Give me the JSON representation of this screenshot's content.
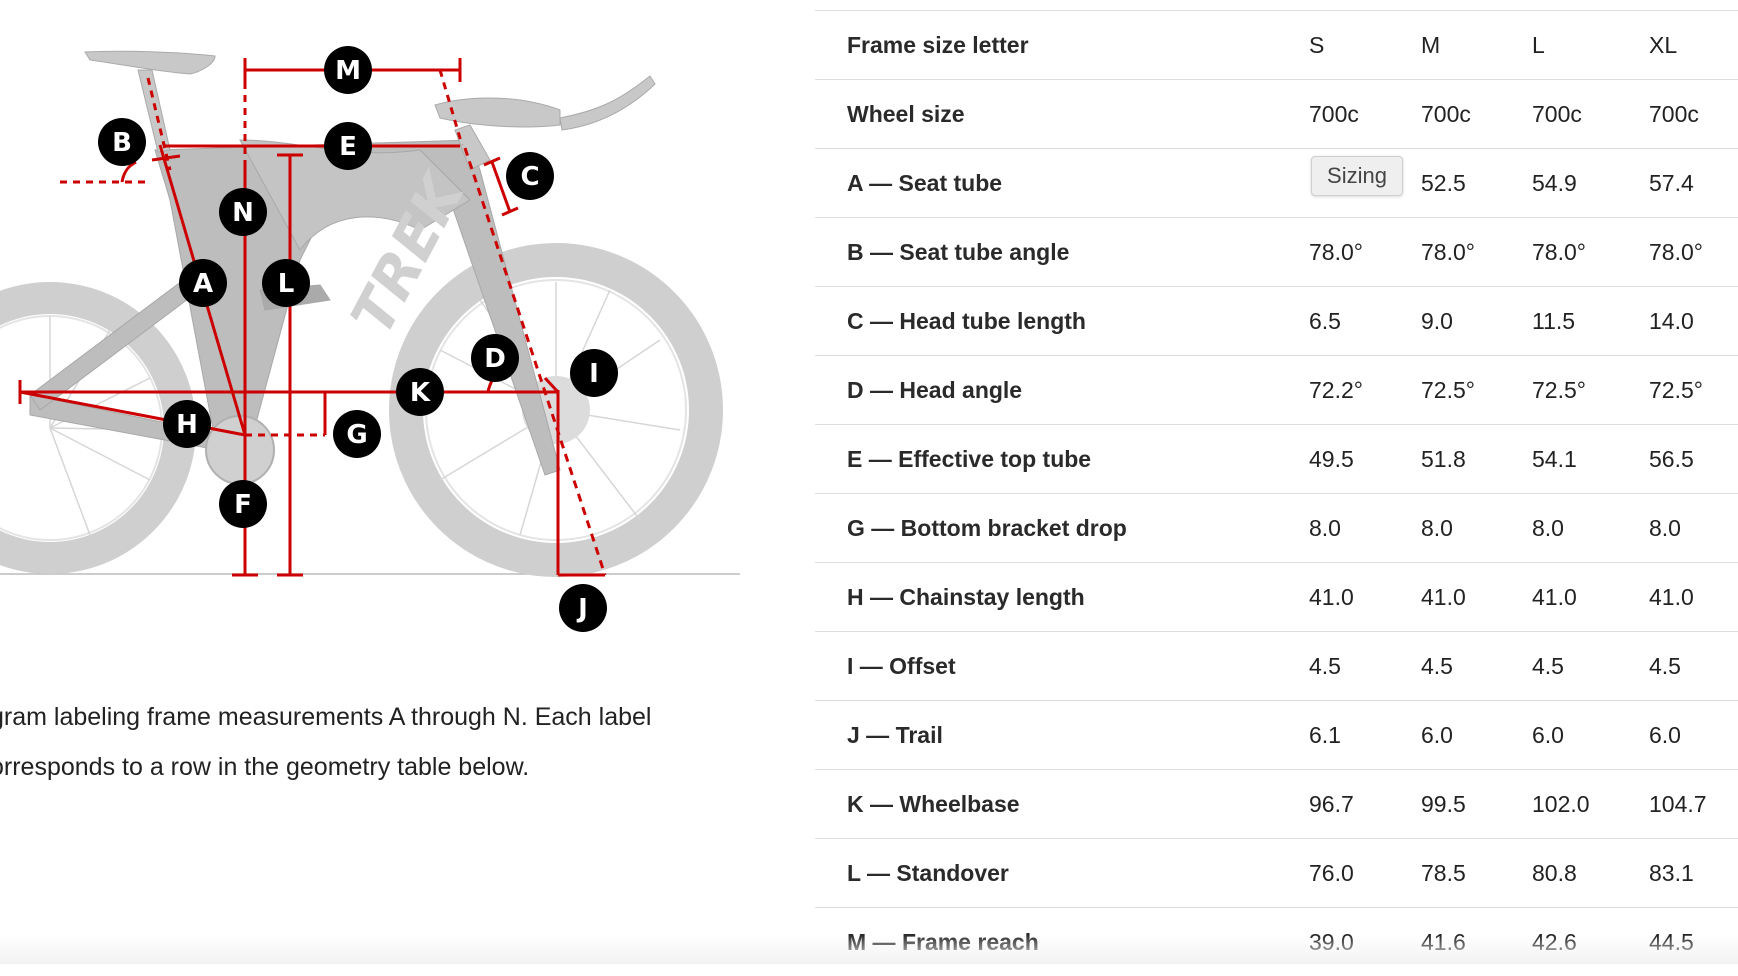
{
  "diagram": {
    "brand_mark": "TREK",
    "labels": [
      "A",
      "B",
      "C",
      "D",
      "E",
      "F",
      "G",
      "H",
      "I",
      "J",
      "K",
      "L",
      "M",
      "N"
    ],
    "accent_color": "#cc0000"
  },
  "caption": {
    "line1": "gram labeling frame measurements A through N. Each label",
    "line2": "orresponds to a row in the geometry table below."
  },
  "tooltip": "Sizing",
  "table": {
    "header": {
      "label": "Frame size letter",
      "values": [
        "S",
        "M",
        "L",
        "XL"
      ]
    },
    "rows": [
      {
        "label": "Wheel size",
        "values": [
          "700c",
          "700c",
          "700c",
          "700c"
        ]
      },
      {
        "label": "A — Seat tube",
        "values": [
          "",
          "52.5",
          "54.9",
          "57.4"
        ]
      },
      {
        "label": "B — Seat tube angle",
        "values": [
          "78.0°",
          "78.0°",
          "78.0°",
          "78.0°"
        ]
      },
      {
        "label": "C — Head tube length",
        "values": [
          "6.5",
          "9.0",
          "11.5",
          "14.0"
        ]
      },
      {
        "label": "D — Head angle",
        "values": [
          "72.2°",
          "72.5°",
          "72.5°",
          "72.5°"
        ]
      },
      {
        "label": "E — Effective top tube",
        "values": [
          "49.5",
          "51.8",
          "54.1",
          "56.5"
        ]
      },
      {
        "label": "G — Bottom bracket drop",
        "values": [
          "8.0",
          "8.0",
          "8.0",
          "8.0"
        ]
      },
      {
        "label": "H — Chainstay length",
        "values": [
          "41.0",
          "41.0",
          "41.0",
          "41.0"
        ]
      },
      {
        "label": "I — Offset",
        "values": [
          "4.5",
          "4.5",
          "4.5",
          "4.5"
        ]
      },
      {
        "label": "J — Trail",
        "values": [
          "6.1",
          "6.0",
          "6.0",
          "6.0"
        ]
      },
      {
        "label": "K — Wheelbase",
        "values": [
          "96.7",
          "99.5",
          "102.0",
          "104.7"
        ]
      },
      {
        "label": "L — Standover",
        "values": [
          "76.0",
          "78.5",
          "80.8",
          "83.1"
        ]
      },
      {
        "label": "M — Frame reach",
        "values": [
          "39.0",
          "41.6",
          "42.6",
          "44.5"
        ]
      }
    ]
  }
}
